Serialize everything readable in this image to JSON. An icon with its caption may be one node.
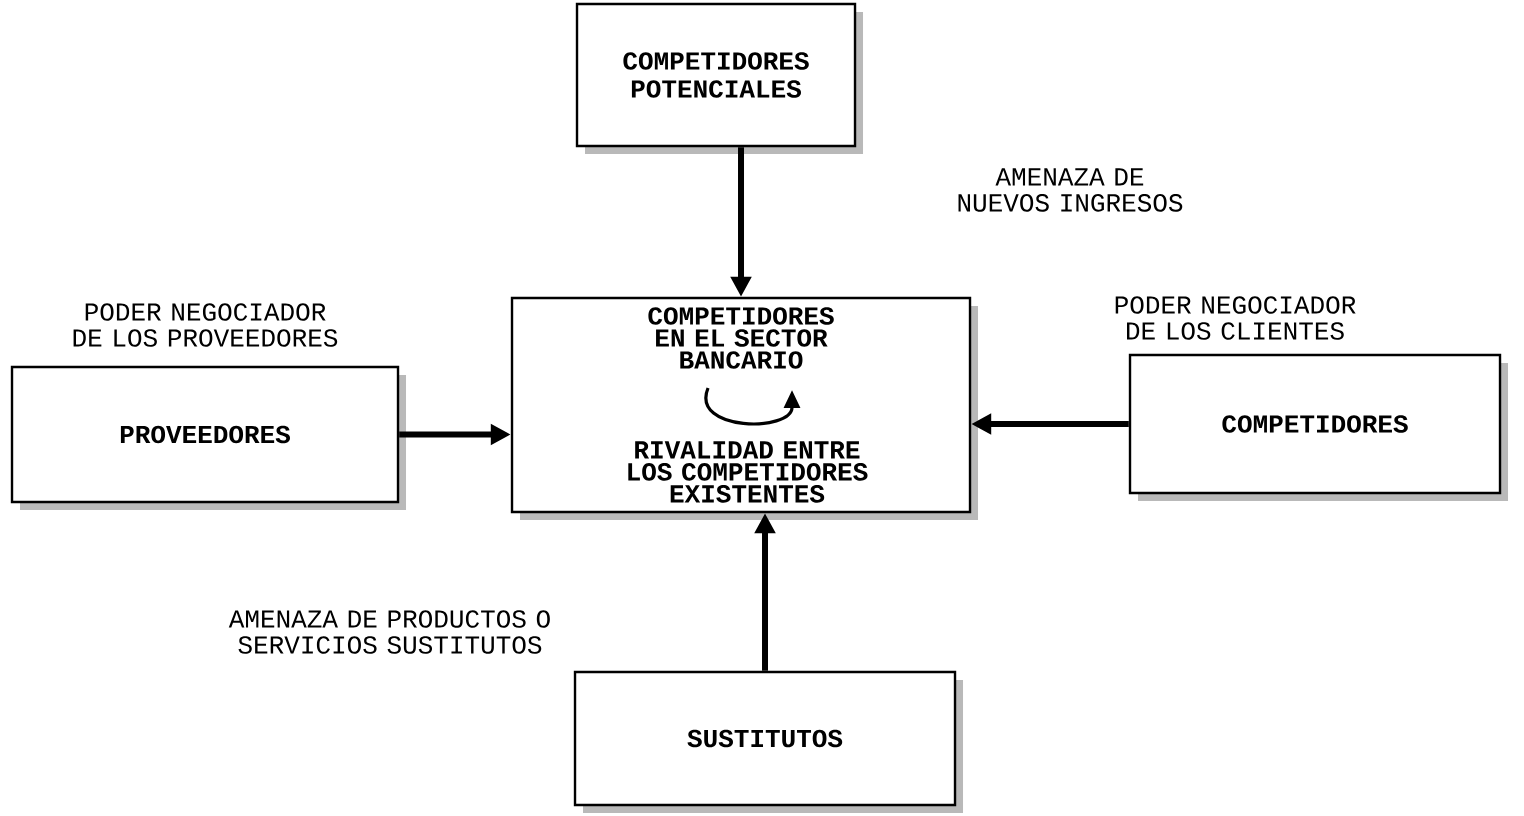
{
  "diagram": {
    "nodes": [
      {
        "text": [
          "COMPETIDORES POTENCIALES"
        ]
      },
      {
        "text": [
          "PROVEEDORES"
        ],
        "beside": [
          "PODER NEGOCIADOR DE LOS PROVEEDORES"
        ]
      },
      {
        "text": [
          "COMPETIDORES EN EL SECTOR BANCARIO",
          "RIVALIDAD ENTRE LOS COMPETIDORES EXISTENTES"
        ]
      },
      {
        "text": [
          "COMPETIDORES"
        ],
        "beside": [
          "PODER NEGOCIADOR DE LOS CLIENTES"
        ]
      },
      {
        "text": [
          "SUSTITUTOS"
        ]
      }
    ],
    "edges": [
      {
        "from": 0,
        "to": 2,
        "arrow": "to"
      },
      {
        "from": 1,
        "to": 2,
        "arrow": "to"
      },
      {
        "from": 3,
        "to": 2,
        "arrow": "to"
      },
      {
        "from": 4,
        "to": 2,
        "arrow": "to"
      }
    ],
    "labels": [
      "AMENAZA DE NUEVOS INGRESOS",
      "AMENAZA DE PRODUCTOS O SERVICIOS SUSTITUTOS"
    ]
  }
}
